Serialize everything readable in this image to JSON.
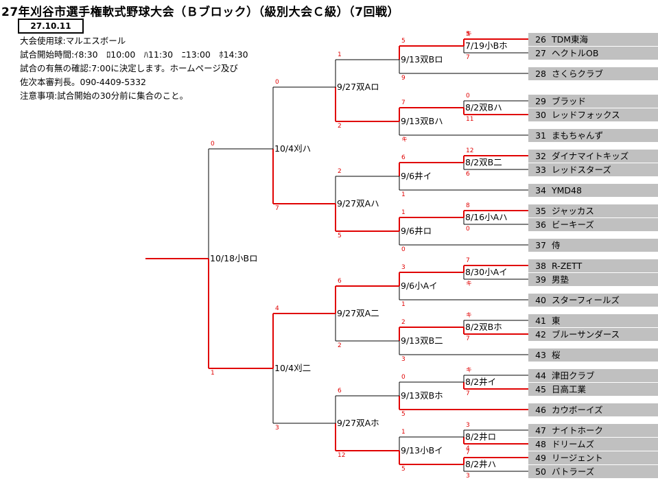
{
  "header": {
    "title": "27年刈谷市選手権軟式野球大会（Ｂブロック）（級別大会Ｃ級）（7回戦）",
    "date": "27.10.11",
    "info": [
      "大会使用球:マルエスボール",
      "試合開始時間:ｲ8:30　ﾛ10:00　ﾊ11:30　ﾆ13:00　ﾎ14:30",
      "試合の有無の確認:7:00に決定します。ホームページ及び",
      "佐次本審判長。090-4409-5332",
      "注意事項:試合開始の30分前に集合のこと。"
    ]
  },
  "colors": {
    "win_line": "#e00000",
    "line": "#000000",
    "team_bg": "#c0c0c0",
    "score": "#e00000"
  },
  "teams": [
    {
      "num": "26",
      "name": "TDM東海"
    },
    {
      "num": "27",
      "name": "ヘクトルOB"
    },
    {
      "num": "28",
      "name": "さくらクラブ"
    },
    {
      "num": "29",
      "name": "ブラッド"
    },
    {
      "num": "30",
      "name": "レッドフォックス"
    },
    {
      "num": "31",
      "name": "まもちゃんず"
    },
    {
      "num": "32",
      "name": "ダイナマイトキッズ"
    },
    {
      "num": "33",
      "name": "レッドスターズ"
    },
    {
      "num": "34",
      "name": "YMD48"
    },
    {
      "num": "35",
      "name": "ジャッカス"
    },
    {
      "num": "36",
      "name": "ビーキーズ"
    },
    {
      "num": "37",
      "name": "侍"
    },
    {
      "num": "38",
      "name": "R-ZETT"
    },
    {
      "num": "39",
      "name": "男塾"
    },
    {
      "num": "40",
      "name": "スターフィールズ"
    },
    {
      "num": "41",
      "name": "東"
    },
    {
      "num": "42",
      "name": "ブルーサンダース"
    },
    {
      "num": "43",
      "name": "桜"
    },
    {
      "num": "44",
      "name": "津田クラブ"
    },
    {
      "num": "45",
      "name": "日高工業"
    },
    {
      "num": "46",
      "name": "カウボーイズ"
    },
    {
      "num": "47",
      "name": "ナイトホーク"
    },
    {
      "num": "48",
      "name": "ドリームズ"
    },
    {
      "num": "49",
      "name": "リージェント"
    },
    {
      "num": "50",
      "name": "バトラーズ"
    }
  ],
  "matches": [
    {
      "id": "r1a",
      "label": "7/19小Bホ",
      "top_score": "5",
      "bottom_score": "7",
      "top_mark": "キ",
      "top_win": true
    },
    {
      "id": "r1b",
      "label": "8/2双Bハ",
      "top_score": "0",
      "bottom_score": "11",
      "top_win": false
    },
    {
      "id": "r1c",
      "label": "8/2双B二",
      "top_score": "12",
      "bottom_score": "6",
      "top_win": true
    },
    {
      "id": "r1d",
      "label": "8/16小Aハ",
      "top_score": "8",
      "bottom_score": "0",
      "top_win": true
    },
    {
      "id": "r1e",
      "label": "8/30小Aイ",
      "top_score": "7",
      "bottom_score": "",
      "bottom_mark": "キ",
      "top_win": true
    },
    {
      "id": "r1f",
      "label": "8/2双Bホ",
      "top_score": "",
      "bottom_score": "7",
      "top_mark": "キ",
      "top_win": false
    },
    {
      "id": "r1g",
      "label": "8/2井イ",
      "top_score": "",
      "bottom_score": "7",
      "top_mark": "キ",
      "top_win": false
    },
    {
      "id": "r1h",
      "label": "8/2井ロ",
      "top_score": "3",
      "bottom_score": "4",
      "top_win": false
    },
    {
      "id": "r1i",
      "label": "8/2井ハ",
      "top_score": "7",
      "bottom_score": "3",
      "top_win": true
    },
    {
      "id": "r2a",
      "label": "9/13双Bロ",
      "top_score": "5",
      "bottom_score": "9",
      "top_win": true
    },
    {
      "id": "r2b",
      "label": "9/13双Bハ",
      "top_score": "7",
      "bottom_score": "",
      "bottom_mark": "キ",
      "top_win": true
    },
    {
      "id": "r2c",
      "label": "9/6井イ",
      "top_score": "6",
      "bottom_score": "1",
      "top_win": true
    },
    {
      "id": "r2d",
      "label": "9/6井ロ",
      "top_score": "1",
      "bottom_score": "0",
      "top_win": true
    },
    {
      "id": "r2e",
      "label": "9/6小Aイ",
      "top_score": "3",
      "bottom_score": "1",
      "top_win": true
    },
    {
      "id": "r2f",
      "label": "9/13双B二",
      "top_score": "2",
      "bottom_score": "3",
      "top_win": true
    },
    {
      "id": "r2g",
      "label": "9/13双Bホ",
      "top_score": "0",
      "bottom_score": "5",
      "top_win": false
    },
    {
      "id": "r2h",
      "label": "9/13小Bイ",
      "top_score": "1",
      "bottom_score": "5",
      "top_win": false
    },
    {
      "id": "r3a",
      "label": "9/27双Aロ",
      "top_score": "1",
      "bottom_score": "2",
      "top_win": false
    },
    {
      "id": "r3b",
      "label": "9/27双Aハ",
      "top_score": "2",
      "bottom_score": "5",
      "top_win": false
    },
    {
      "id": "r3c",
      "label": "9/27双A二",
      "top_score": "6",
      "bottom_score": "2",
      "top_win": true
    },
    {
      "id": "r3d",
      "label": "9/27双Aホ",
      "top_score": "6",
      "bottom_score": "12",
      "top_win": false
    },
    {
      "id": "r4a",
      "label": "10/4刈ハ",
      "top_score": "0",
      "bottom_score": "7",
      "top_win": false
    },
    {
      "id": "r4b",
      "label": "10/4刈二",
      "top_score": "4",
      "bottom_score": "3",
      "top_win": true
    },
    {
      "id": "final",
      "label": "10/18小Bロ",
      "top_score": "0",
      "bottom_score": "1",
      "top_win": false
    }
  ]
}
